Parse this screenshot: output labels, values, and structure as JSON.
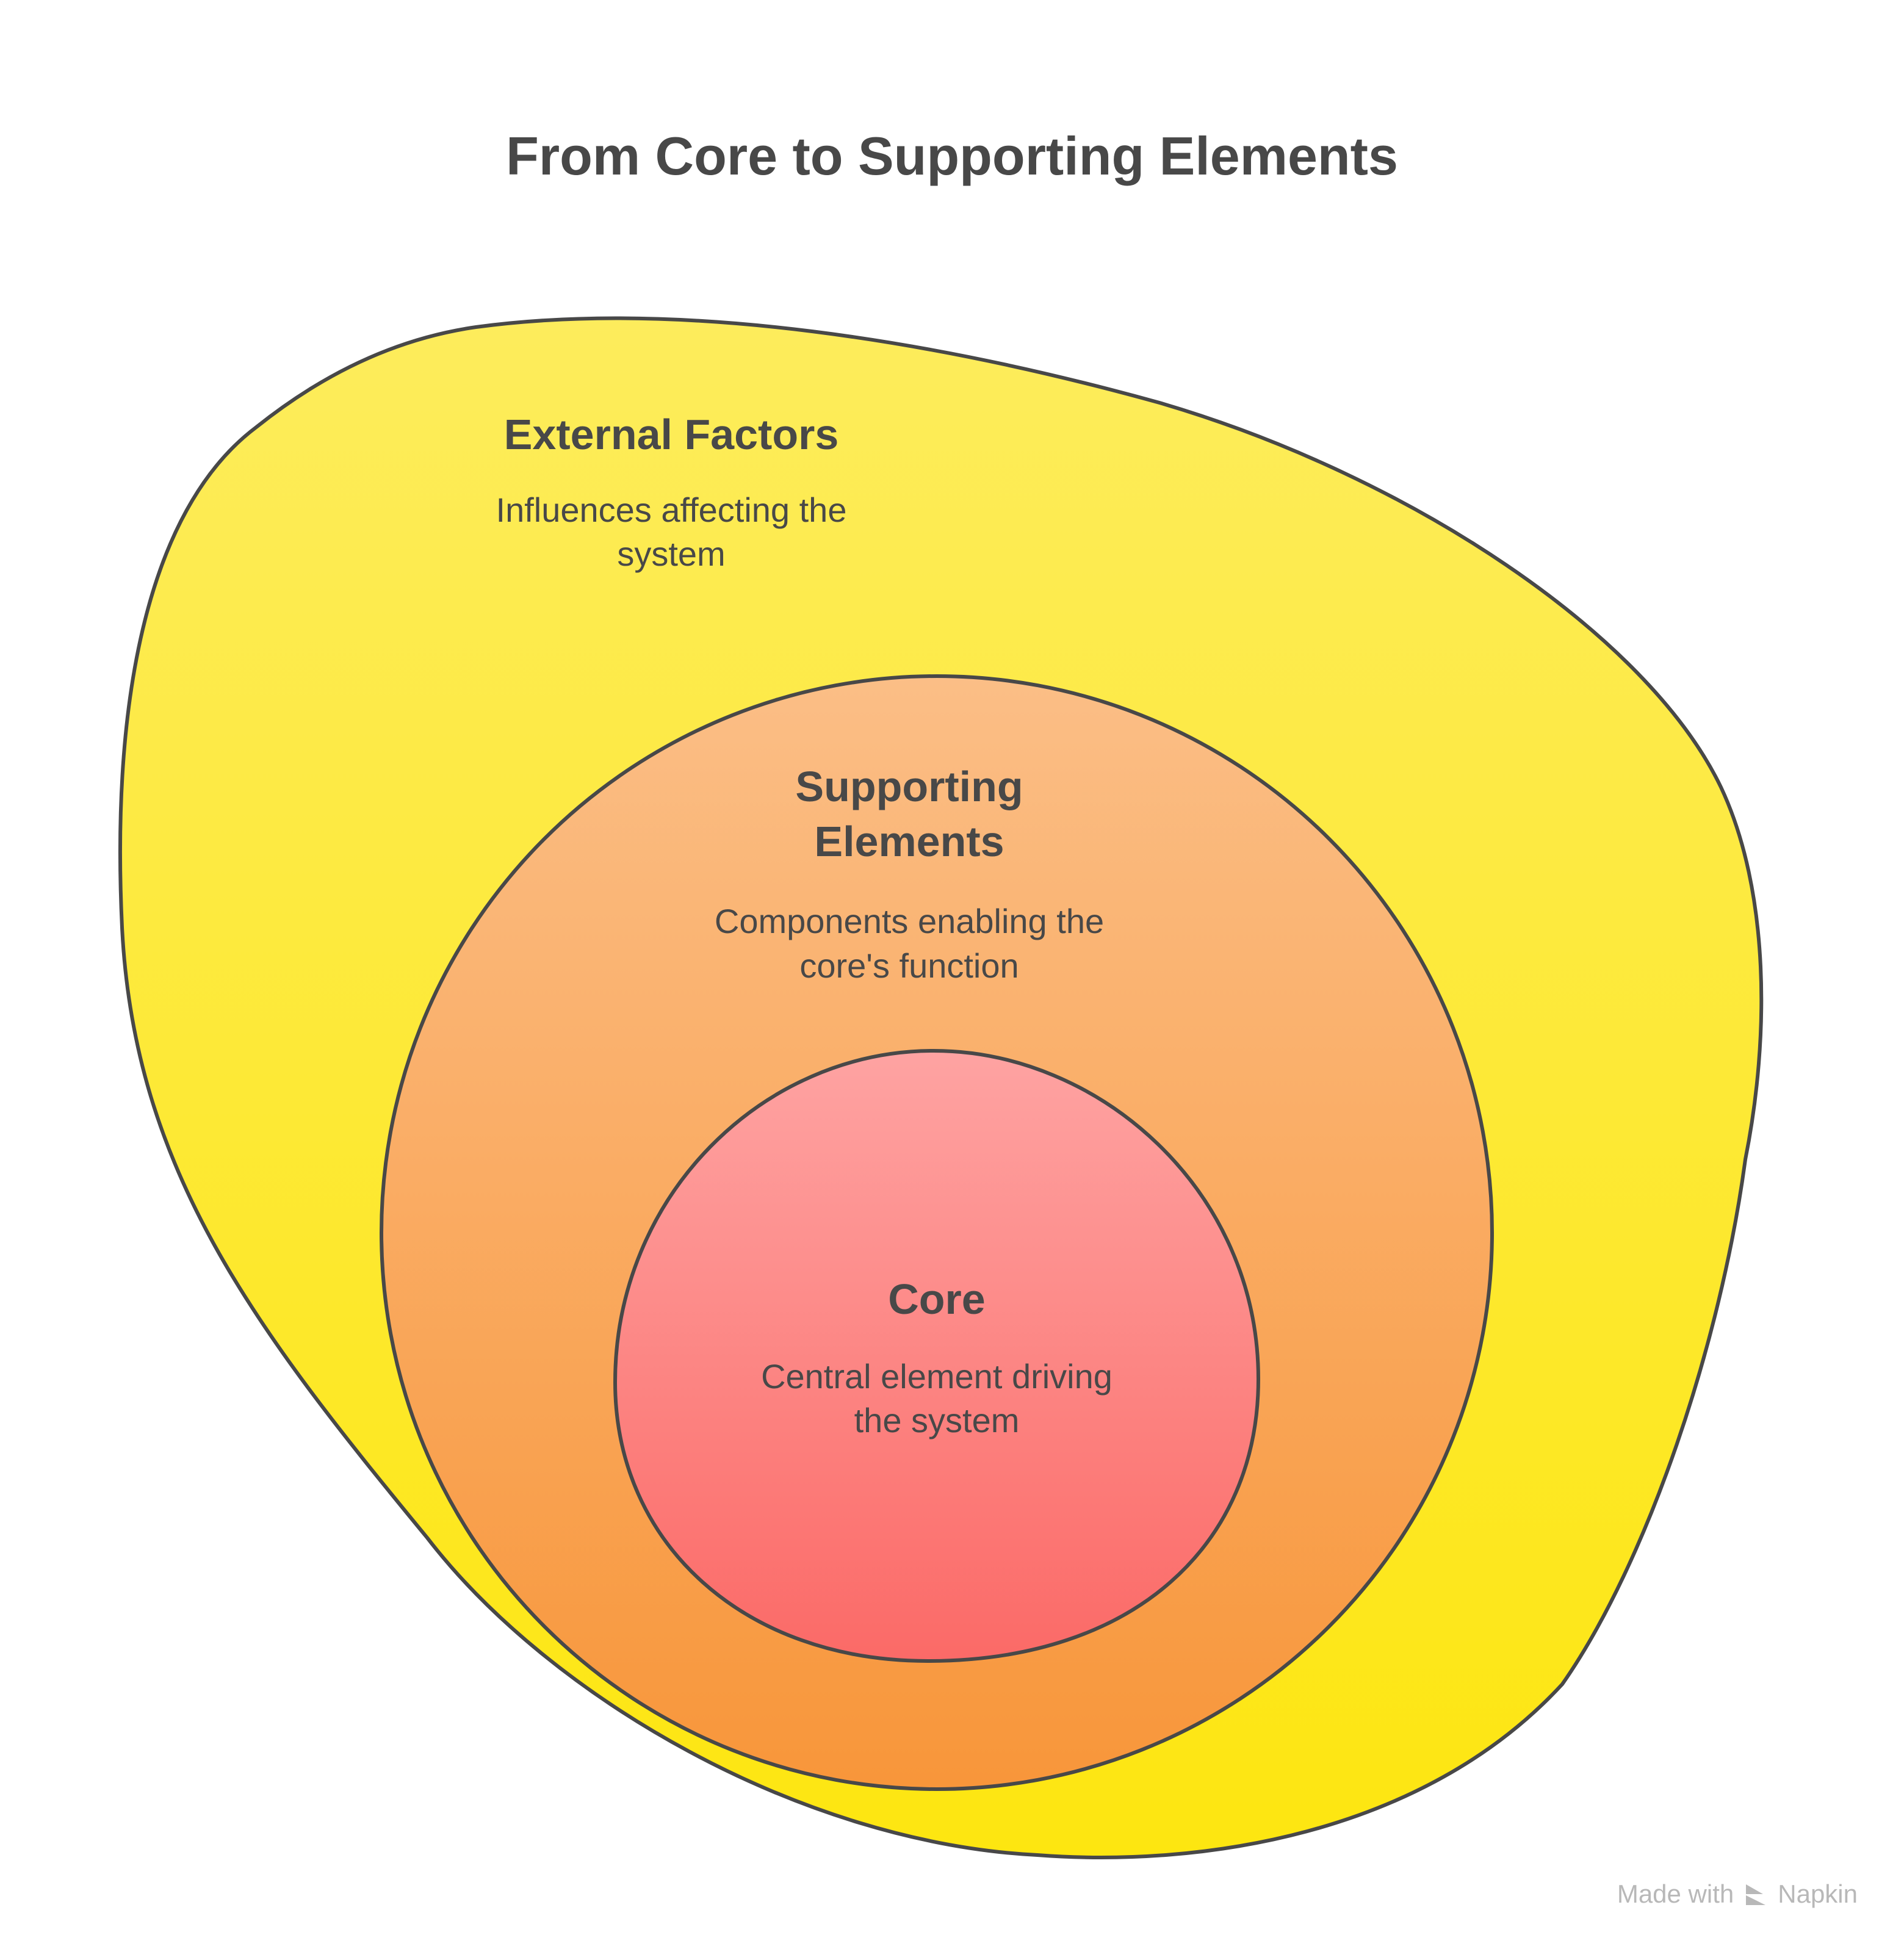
{
  "title": "From Core to Supporting Elements",
  "layers": [
    {
      "heading": "External Factors",
      "description_lines": [
        "Influences affecting the",
        "system"
      ],
      "fill_top": "#fdec5c",
      "fill_bottom": "#fde610"
    },
    {
      "heading_lines": [
        "Supporting",
        "Elements"
      ],
      "description_lines": [
        "Components enabling the",
        "core's function"
      ],
      "fill_top": "#fbbe86",
      "fill_bottom": "#f8963a"
    },
    {
      "heading": "Core",
      "description_lines": [
        "Central element driving",
        "the system"
      ],
      "fill_top": "#fea3a2",
      "fill_bottom": "#fb6a67"
    }
  ],
  "outline_color": "#484848",
  "watermark": {
    "prefix": "Made with",
    "brand": "Napkin",
    "icon": "napkin-logo-icon"
  }
}
